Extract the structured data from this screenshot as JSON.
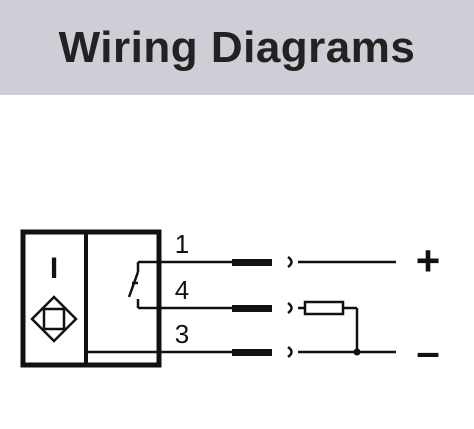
{
  "header": {
    "title": "Wiring Diagrams"
  },
  "diagram": {
    "symbol_label": "I",
    "pins": [
      {
        "label": "1",
        "polarity": "+"
      },
      {
        "label": "4",
        "polarity": ""
      },
      {
        "label": "3",
        "polarity": "–"
      }
    ]
  },
  "colors": {
    "header_bg": "#cfcdd5",
    "line": "#111111"
  }
}
